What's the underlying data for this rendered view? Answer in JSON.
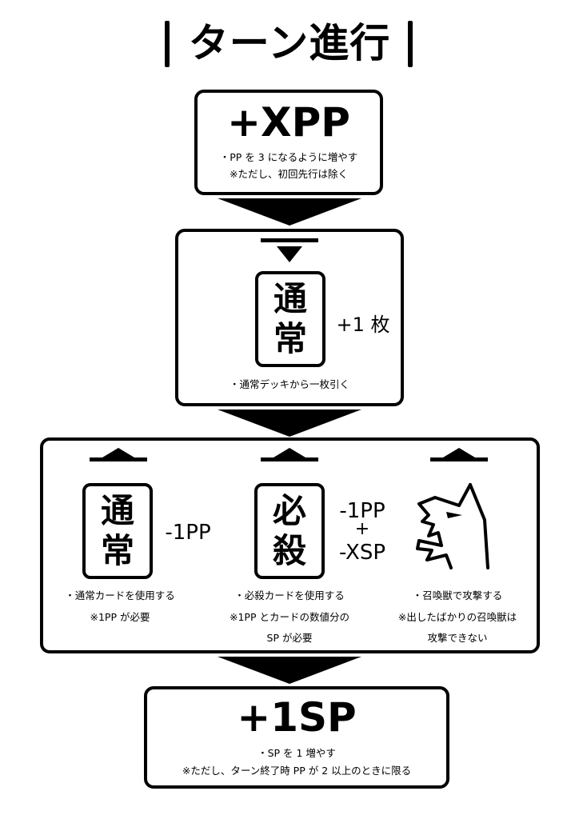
{
  "title": "ターン進行",
  "steps": [
    {
      "heading": "+XPP",
      "notes": [
        "・PP を 3 になるように増やす",
        "※ただし、初回先行は除く"
      ]
    },
    {
      "card": [
        "通",
        "常"
      ],
      "card_label": "+1 枚",
      "notes": [
        "・通常デッキから一枚引く"
      ]
    },
    {
      "options": [
        {
          "card": [
            "通",
            "常"
          ],
          "cost": [
            "-1PP"
          ],
          "notes": [
            "・通常カードを使用する",
            "※1PP が必要"
          ]
        },
        {
          "card": [
            "必",
            "殺"
          ],
          "cost": [
            "-1PP",
            "+",
            "-XSP"
          ],
          "notes": [
            "・必殺カードを使用する",
            "※1PP とカードの数値分の",
            "SP が必要"
          ]
        },
        {
          "icon": "monster-icon",
          "notes": [
            "・召喚獣で攻撃する",
            "※出したばかりの召喚獣は",
            "攻撃できない"
          ]
        }
      ]
    },
    {
      "heading": "+1SP",
      "notes": [
        "・SP を 1 増やす",
        "※ただし、ターン終了時 PP が 2 以上のときに限る"
      ]
    }
  ],
  "icons": [
    "arrow-down-icon",
    "arrow-up-icon",
    "monster-icon"
  ]
}
